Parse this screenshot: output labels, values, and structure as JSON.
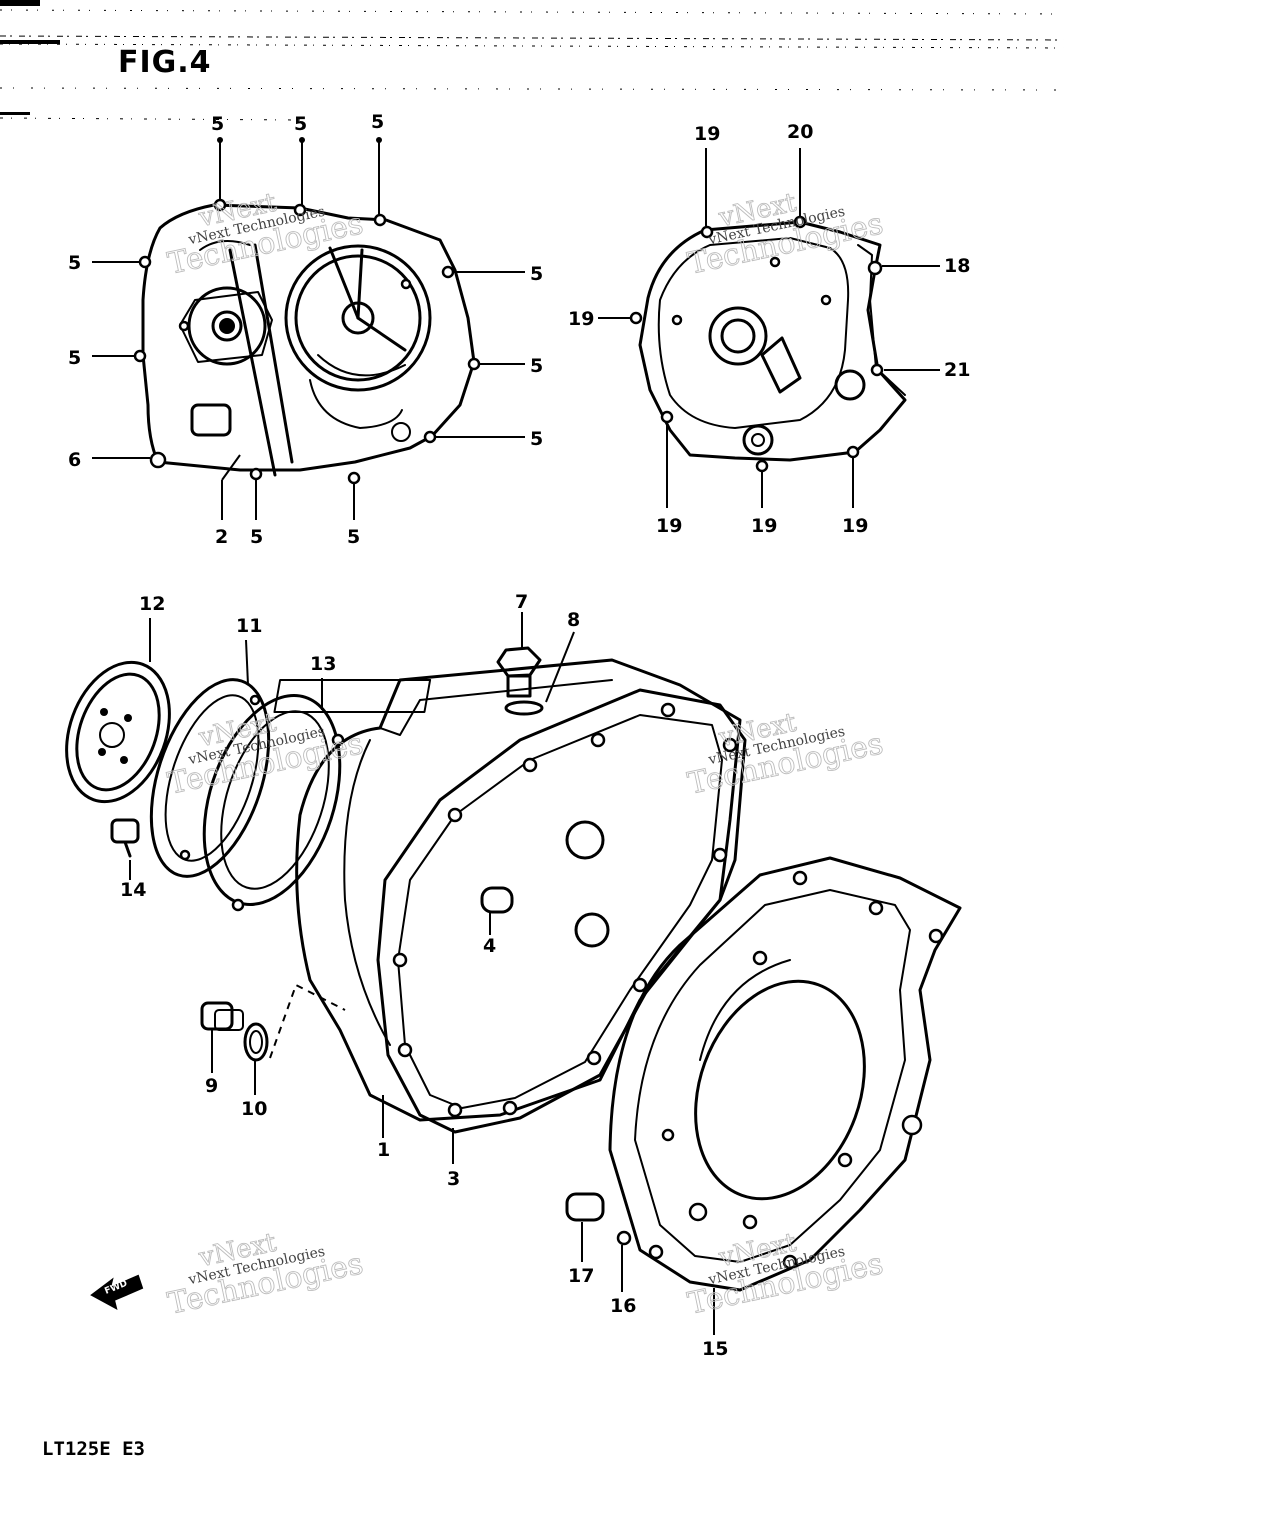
{
  "figure": {
    "title": "FIG.4",
    "model": "LT125E  E3",
    "direction_arrow_label": "FWD"
  },
  "watermarks": [
    {
      "line1": "vNext",
      "line2": "Technologies",
      "small": "vNext Technologies"
    },
    {
      "line1": "vNext",
      "line2": "Technologies",
      "small": "vNext Technologies"
    },
    {
      "line1": "vNext",
      "line2": "Technologies",
      "small": "vNext Technologies"
    },
    {
      "line1": "vNext",
      "line2": "Technologies",
      "small": "vNext Technologies"
    },
    {
      "line1": "vNext",
      "line2": "Technologies",
      "small": "vNext Technologies"
    },
    {
      "line1": "vNext",
      "line2": "Technologies",
      "small": "vNext Technologies"
    }
  ],
  "callouts": {
    "left_cover": [
      "5",
      "5",
      "5",
      "5",
      "5",
      "5",
      "5",
      "5",
      "6",
      "2",
      "5",
      "5"
    ],
    "right_cover": [
      "19",
      "20",
      "18",
      "19",
      "21",
      "19",
      "19",
      "19"
    ],
    "main": [
      "12",
      "11",
      "13",
      "7",
      "8",
      "14",
      "4",
      "9",
      "10",
      "1",
      "3",
      "17",
      "16",
      "15"
    ]
  }
}
